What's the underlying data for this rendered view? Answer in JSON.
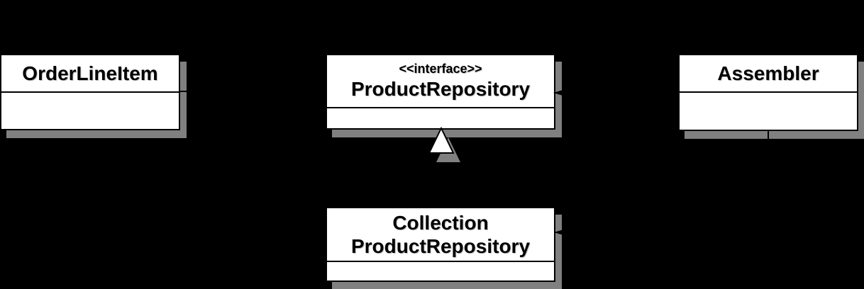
{
  "diagram": {
    "kind": "uml-class-diagram",
    "background_color": "#000000",
    "box_fill_color": "#ffffff",
    "box_border_color": "#000000",
    "shadow_color": "#808080",
    "line_color": "#000000"
  },
  "classes": {
    "order_line_item": {
      "name": "OrderLineItem"
    },
    "product_repository": {
      "stereotype": "<<interface>>",
      "name": "ProductRepository"
    },
    "assembler": {
      "name": "Assembler"
    },
    "collection_product_repository": {
      "name_line_1": "Collection",
      "name_line_2": "ProductRepository"
    }
  },
  "relationships": [
    {
      "type": "realization",
      "from": "CollectionProductRepository",
      "to": "ProductRepository",
      "marker": "hollow-triangle"
    },
    {
      "type": "association",
      "from": "Assembler",
      "to": "ProductRepository",
      "marker": "filled-arrow"
    },
    {
      "type": "association",
      "from": "Assembler",
      "to": "CollectionProductRepository",
      "marker": "filled-arrow"
    },
    {
      "type": "association",
      "from": "OrderLineItem",
      "to": "ProductRepository",
      "marker": "none"
    }
  ]
}
